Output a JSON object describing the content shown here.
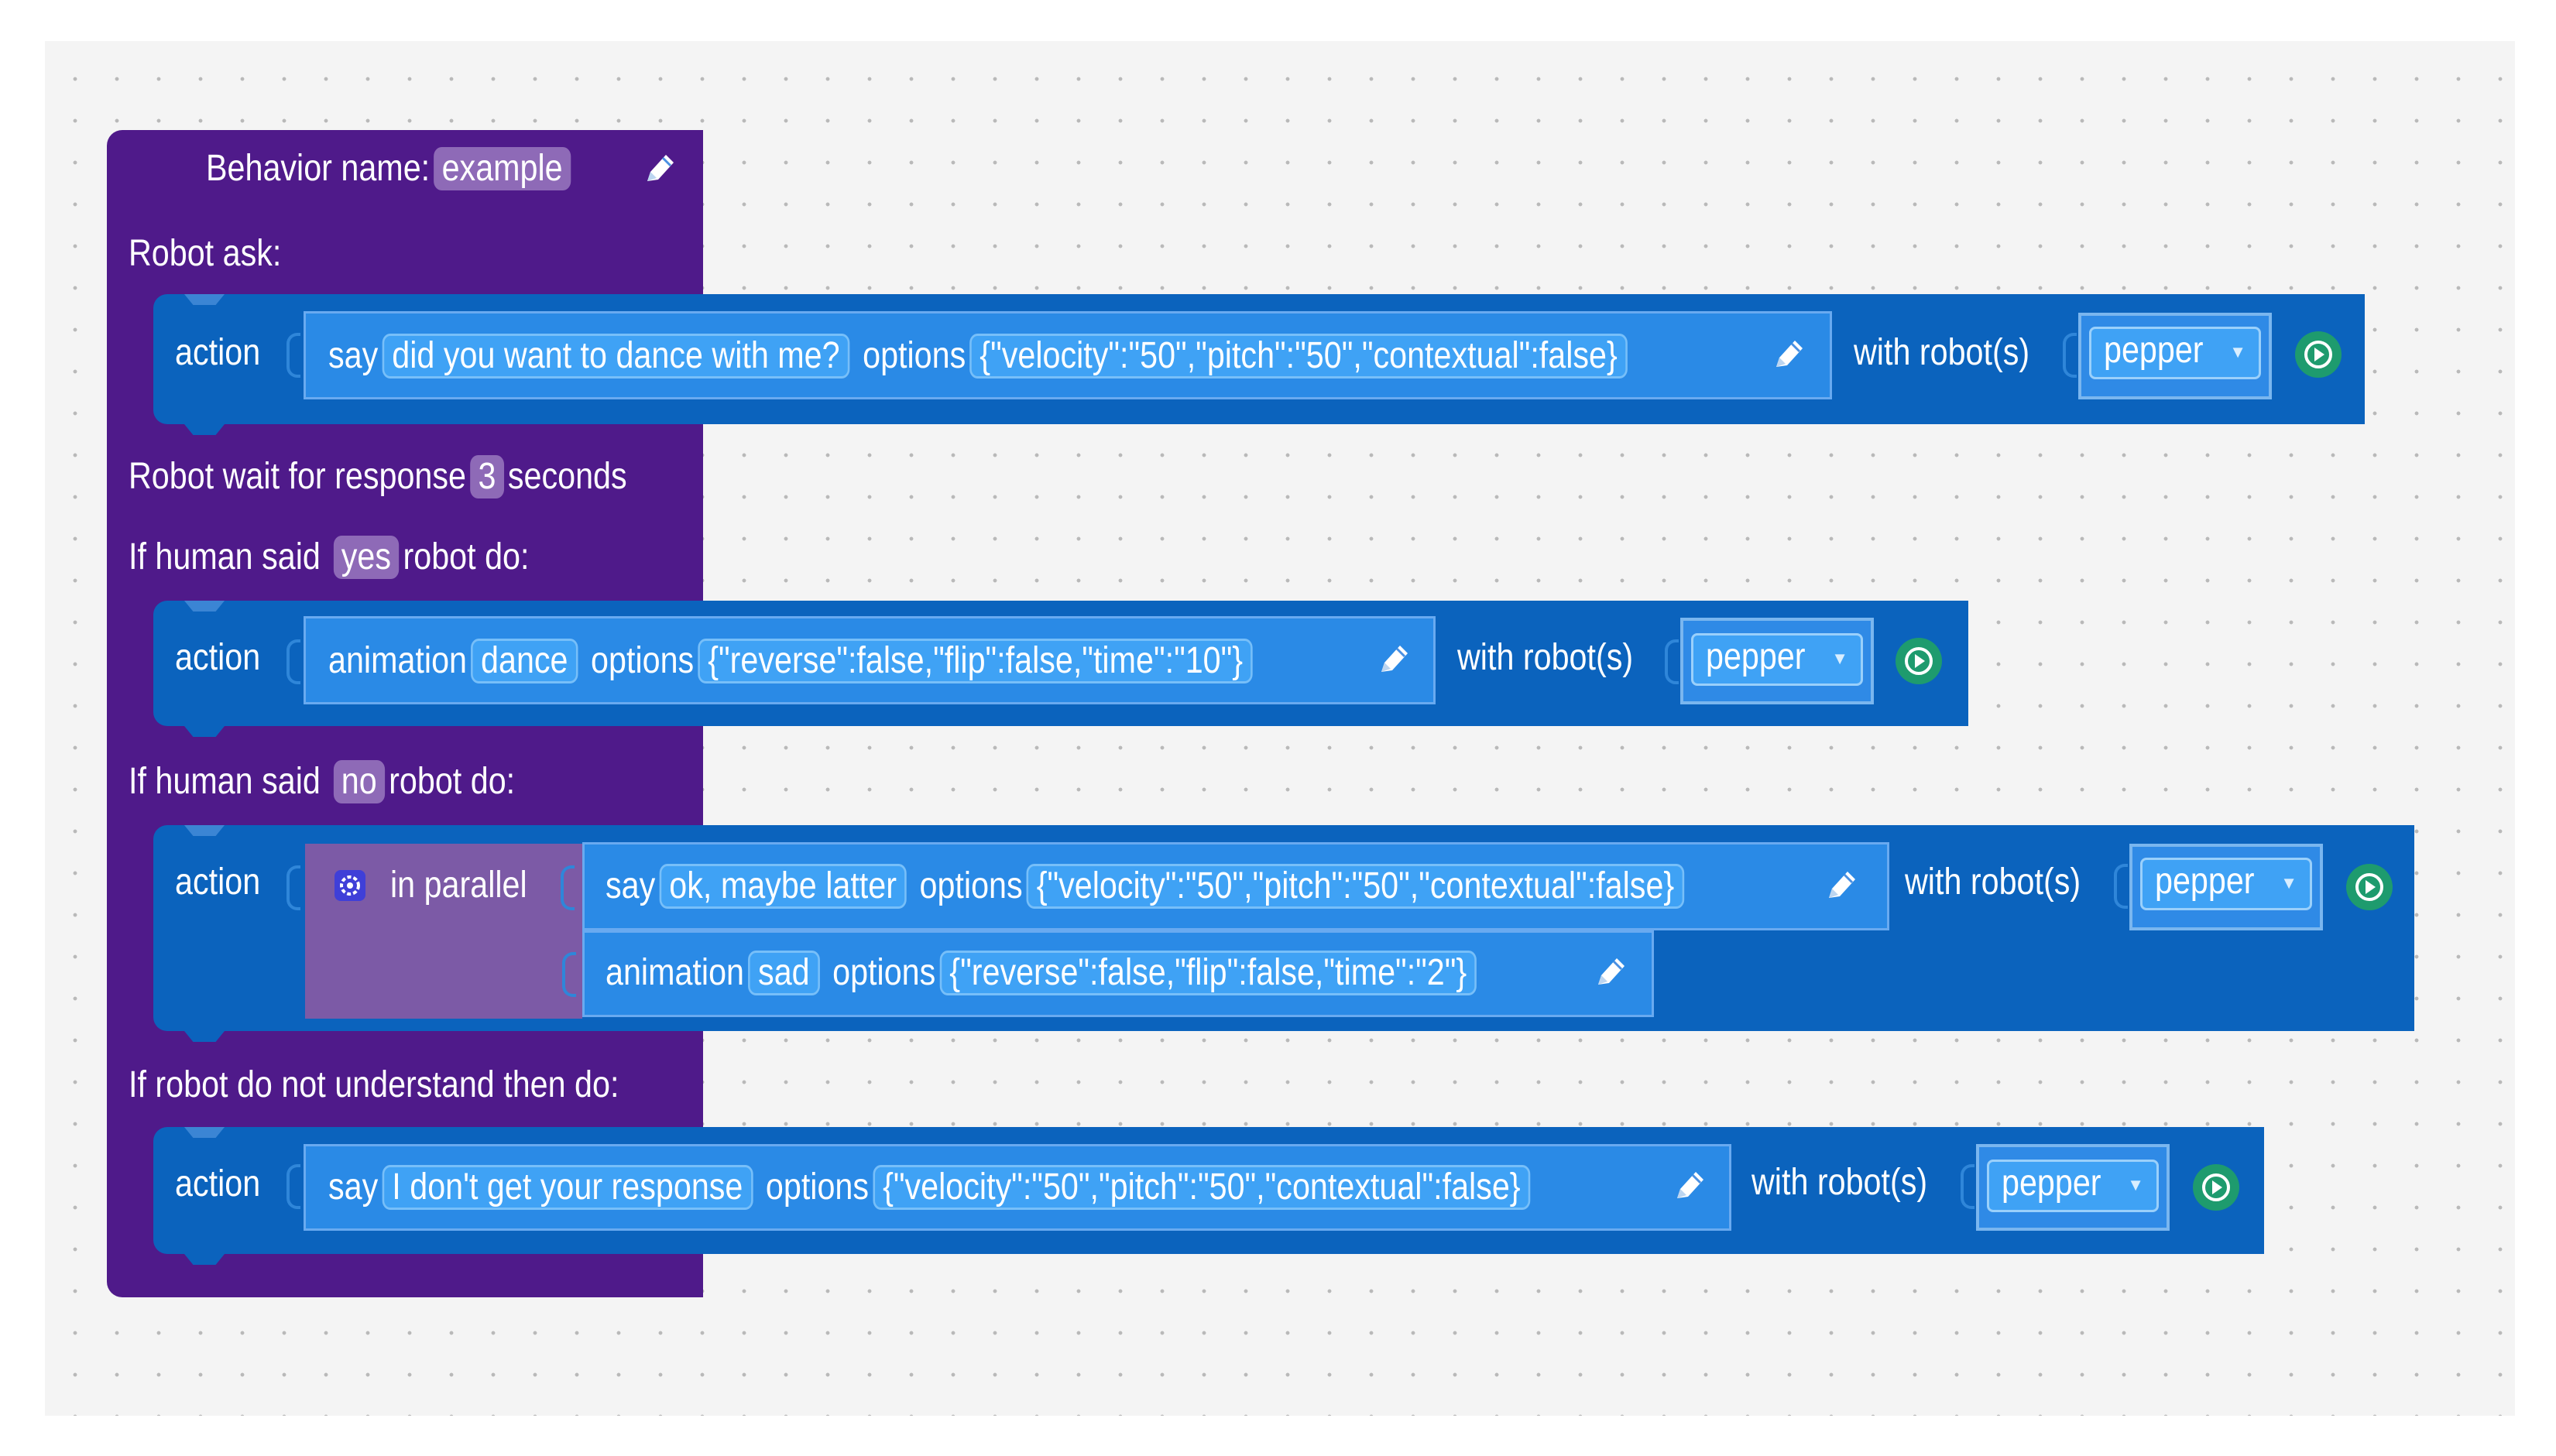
{
  "behavior": {
    "name_label": "Behavior name:",
    "name_value": "example",
    "robot_ask_label": "Robot ask:",
    "wait_prefix": "Robot wait for response",
    "wait_value": "3",
    "wait_suffix": "seconds",
    "yes_prefix": "If human said",
    "yes_value": "yes",
    "yes_suffix": "robot do:",
    "no_prefix": "If human said",
    "no_value": "no",
    "no_suffix": "robot do:",
    "fallback_label": "If robot do not understand then do:"
  },
  "common": {
    "action_label": "action",
    "options_label": "options",
    "with_robots_label": "with robot(s)",
    "say_label": "say",
    "animation_label": "animation",
    "in_parallel_label": "in parallel"
  },
  "ask_action": {
    "text": "did you want to dance with me?",
    "options": "{\"velocity\":\"50\",\"pitch\":\"50\",\"contextual\":false}",
    "robot": "pepper"
  },
  "yes_action": {
    "animation": "dance",
    "options": "{\"reverse\":false,\"flip\":false,\"time\":\"10\"}",
    "robot": "pepper"
  },
  "no_action": {
    "say_text": "ok, maybe  latter",
    "say_options": "{\"velocity\":\"50\",\"pitch\":\"50\",\"contextual\":false}",
    "animation": "sad",
    "animation_options": "{\"reverse\":false,\"flip\":false,\"time\":\"2\"}",
    "robot": "pepper"
  },
  "fallback_action": {
    "text": "I don't get your response",
    "options": "{\"velocity\":\"50\",\"pitch\":\"50\",\"contextual\":false}",
    "robot": "pepper"
  },
  "colors": {
    "behavior_block": "#4f1a8a",
    "action_block": "#0b63bd",
    "inner_block": "#2a8ae6",
    "parallel_block": "#7c5aa6",
    "play_button": "#1e9b6e"
  },
  "icons": {
    "edit": "pencil-icon",
    "run": "play-icon",
    "settings": "gear-icon",
    "dropdown": "triangle-down"
  }
}
